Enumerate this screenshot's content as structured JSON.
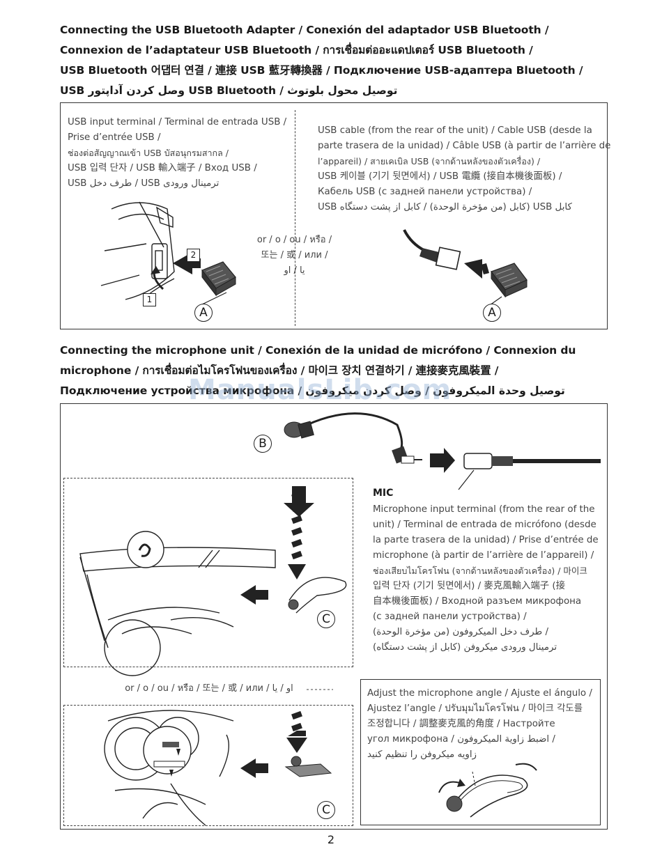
{
  "usb_heading": [
    "Connecting the USB Bluetooth Adapter / Conexión del adaptador USB Bluetooth /",
    "Connexion de l’adaptateur USB Bluetooth / การเชื่อมต่ออะแดปเตอร์ USB Bluetooth /",
    "USB Bluetooth 어댑터 연결 / 連接 USB 藍牙轉換器 / Подключение USB-адаптера Bluetooth /",
    "USB وصل کردن آداپتور USB Bluetooth / توصيل محول بلوتوث"
  ],
  "usb_input_terminal": [
    "USB input terminal / Terminal de entrada USB /",
    "Prise d’entrée USB /",
    "ช่องต่อสัญญาณเข้า USB บัสอนุกรมสากล /",
    "USB 입력 단자 / USB 輸入端子 / Вход USB /",
    "USB طرف دخل / USB ترمینال ورودی"
  ],
  "usb_cable": [
    "USB cable (from the rear of the unit) / Cable USB (desde la",
    "parte trasera de la unidad) / Câble USB (à partir de l’arrière de",
    "l’appareil) / สายเคเบิล USB (จากด้านหลังของตัวเครื่อง) /",
    "USB 케이블 (기기 뒷면에서) / USB 電纜 (接自本機後面板) /",
    "Кабель USB (с задней панели устройства) /",
    "USB كابل (من مؤخرة الوحدة) / كابل از پشت دستگاه) USB كابل"
  ],
  "or_usb": [
    "or / o / ou / หรือ /",
    "또는 / 或 / или /",
    "يا / او"
  ],
  "labels": {
    "A": "A",
    "B": "B",
    "C": "C",
    "step1": "1",
    "step2": "2"
  },
  "mic_heading": [
    "Connecting the microphone unit / Conexión de la unidad de micrófono / Connexion du",
    "microphone / การเชื่อมต่อไมโครโฟนของเครื่อง / 마이크 장치 연결하기 / 連接麥克風裝置 /",
    "Подключение устройства микрофона / توصيل وحدة الميكروفون / وصل کردن میکروفون"
  ],
  "mic_title": "MIC",
  "mic_input_terminal": [
    "Microphone input terminal (from the rear of the",
    "unit) / Terminal de entrada de micrófono (desde",
    "la parte trasera de la unidad) / Prise d’entrée de",
    "microphone (à partir de l’arrière de l’appareil) /",
    "ช่องเสียบไมโครโฟน (จากด้านหลังของตัวเครื่อง) / 마이크",
    "입력 단자 (기기 뒷면에서) / 麥克風輸入端子 (接",
    "自本機後面板) / Входной разъем микрофона",
    "(с задней панели устройства) /",
    "طرف دخل الميكروفون (من مؤخرة الوحدة) /",
    "ترمینال ورودی میکروفن (کابل از پشت دستگاه)"
  ],
  "or_mic": "or / o / ou / หรือ / 또는 / 或 / или / او / يا",
  "adjust_angle": [
    "Adjust the microphone angle / Ajuste el ángulo /",
    "Ajustez l’angle / ปรับมุมไมโครโฟน / 마이크 각도를",
    "조정합니다 / 調整麥克風的角度 / Настройте",
    "угол микрофона / اضبط زاوية الميكروفون /",
    "زاويه ميكروفن را تنظيم كنيد"
  ],
  "watermark": "ManualsLib.com",
  "page_number": "2"
}
